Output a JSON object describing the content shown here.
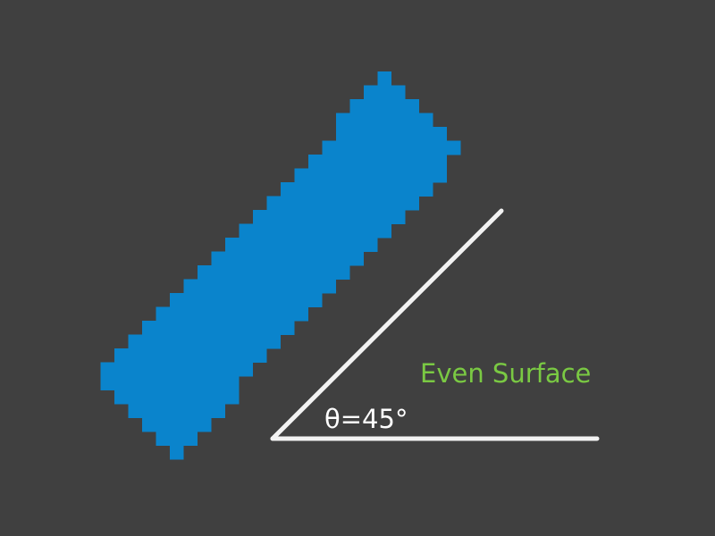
{
  "colors": {
    "background": "#404040",
    "block": "#0a84cc",
    "line": "#f2f2f2",
    "surface_label": "#7ac943",
    "angle_label": "#ffffff"
  },
  "labels": {
    "surface": "Even Surface",
    "angle": "θ=45°"
  },
  "angle_degrees": 45
}
